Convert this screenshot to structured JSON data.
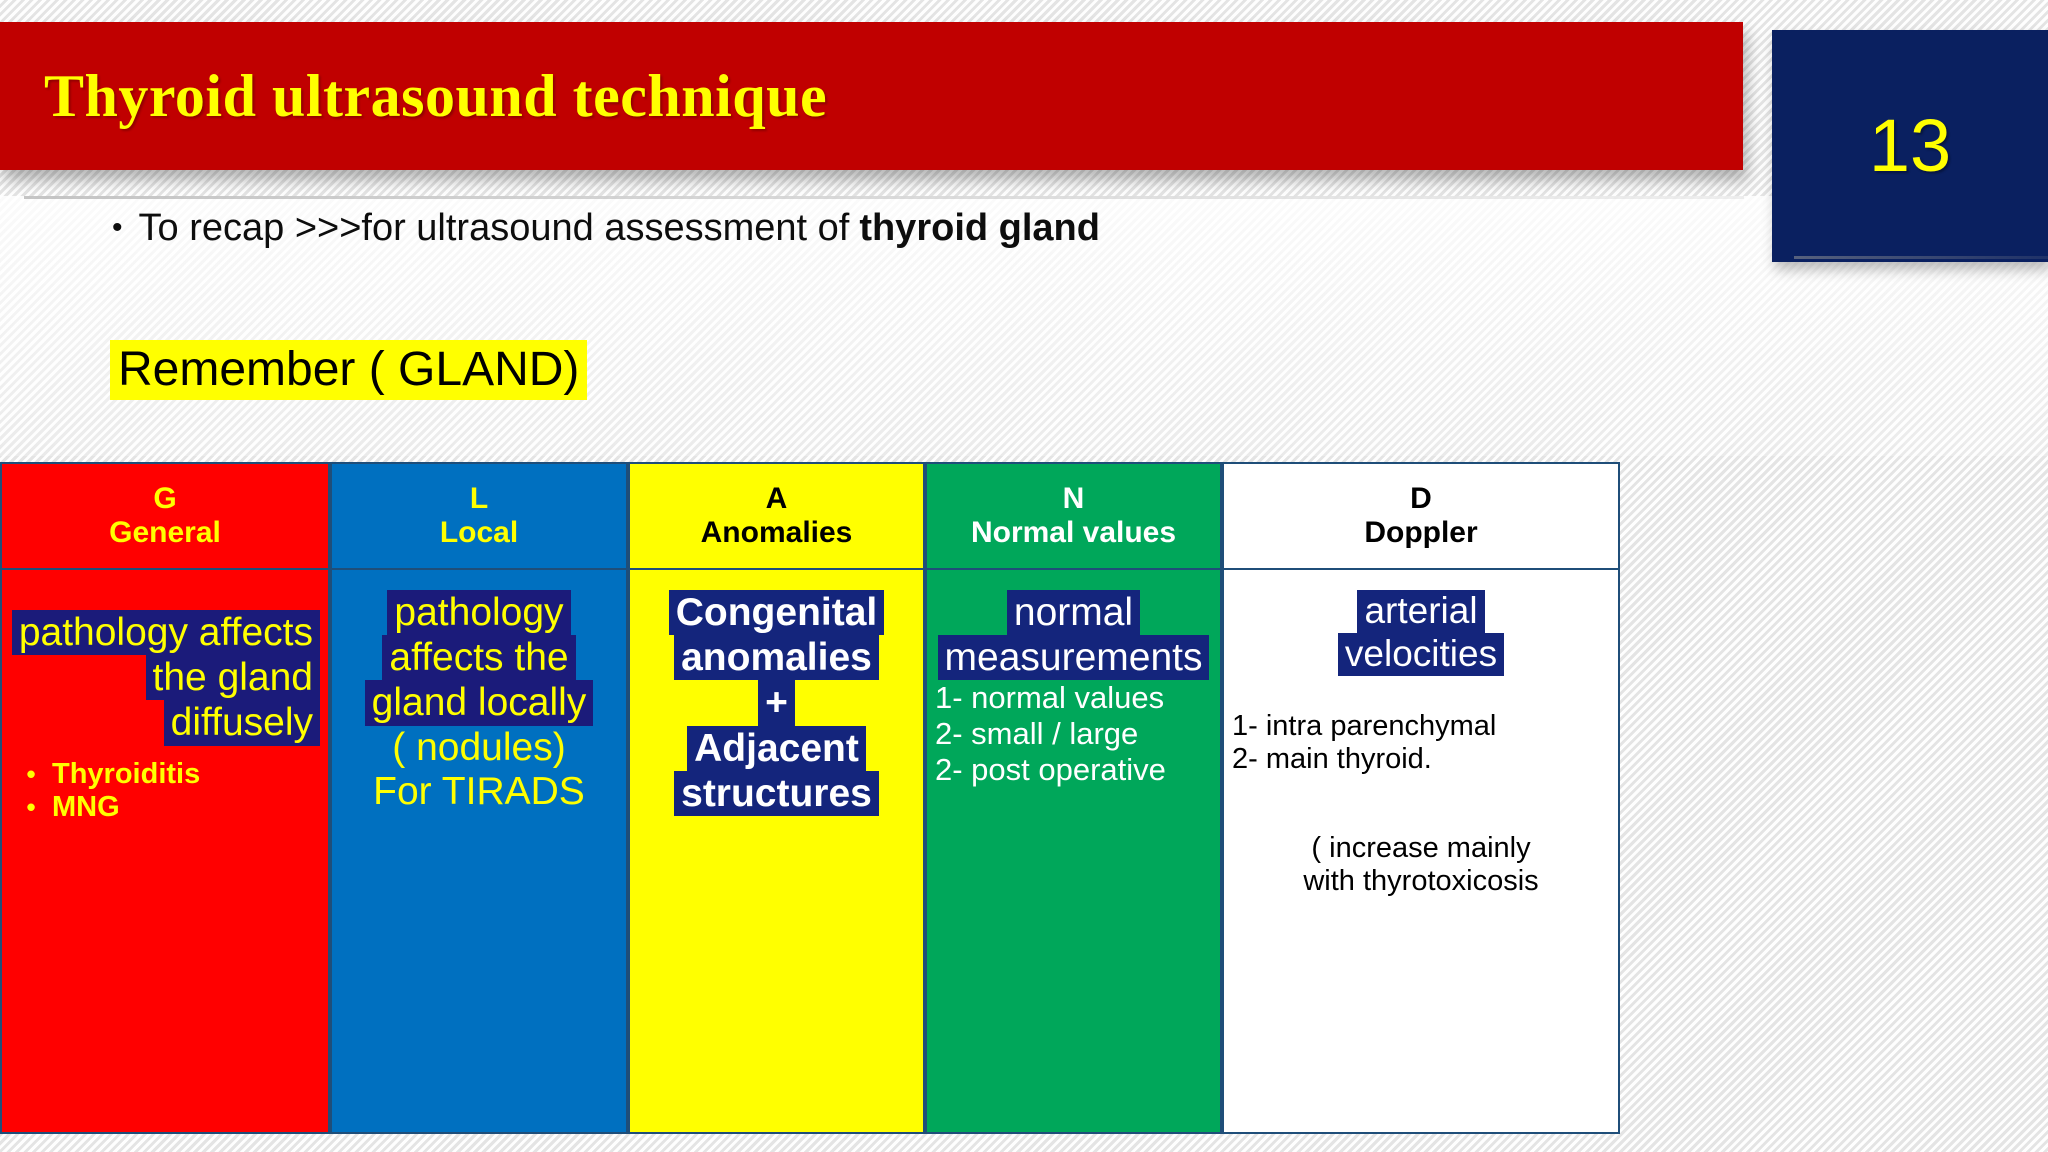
{
  "slide": {
    "title": "Thyroid ultrasound technique",
    "number": "13",
    "accent_red": "#c00000",
    "accent_navy": "#0a2060",
    "accent_yellow": "#ffff00"
  },
  "body": {
    "bullet_glyph": "•",
    "recap_prefix": "To recap >>>for ultrasound assessment of",
    "recap_strong": "thyroid gland",
    "remember": "Remember ( GLAND)"
  },
  "table": {
    "columns": [
      {
        "letter": "G",
        "word": "General",
        "head_bg": "#ff0000",
        "head_text": "#ffff00",
        "body_bg": "#ff0000",
        "highlighted_lines": [
          "pathology affects",
          "the gland",
          "diffusely"
        ],
        "plain_lines": [],
        "bullets": [
          "Thyroiditis",
          "MNG"
        ],
        "notes": []
      },
      {
        "letter": "L",
        "word": "Local",
        "head_bg": "#0070c0",
        "head_text": "#ffff00",
        "body_bg": "#0070c0",
        "highlighted_lines": [
          "pathology",
          "affects the",
          "gland locally"
        ],
        "plain_lines": [
          "( nodules)",
          "For TIRADS"
        ],
        "bullets": [],
        "notes": []
      },
      {
        "letter": "A",
        "word": "Anomalies",
        "head_bg": "#ffff00",
        "head_text": "#000000",
        "body_bg": "#ffff00",
        "highlighted_lines": [
          "Congenital",
          "anomalies",
          "+",
          "Adjacent",
          "structures"
        ],
        "plain_lines": [],
        "bullets": [],
        "notes": []
      },
      {
        "letter": "N",
        "word": "Normal values",
        "head_bg": "#00a75a",
        "head_text": "#ffffff",
        "body_bg": "#00a75a",
        "highlighted_lines": [
          "normal",
          "measurements"
        ],
        "plain_lines": [
          "1- normal values",
          "2- small / large",
          "2- post operative"
        ],
        "bullets": [],
        "notes": []
      },
      {
        "letter": "D",
        "word": "Doppler",
        "head_bg": "#ffffff",
        "head_text": "#000000",
        "body_bg": "#ffffff",
        "highlighted_lines": [
          "arterial",
          "velocities"
        ],
        "plain_lines": [
          "1- intra parenchymal",
          "2- main thyroid."
        ],
        "bullets": [],
        "notes": [
          "( increase mainly",
          "with thyrotoxicosis"
        ]
      }
    ]
  }
}
